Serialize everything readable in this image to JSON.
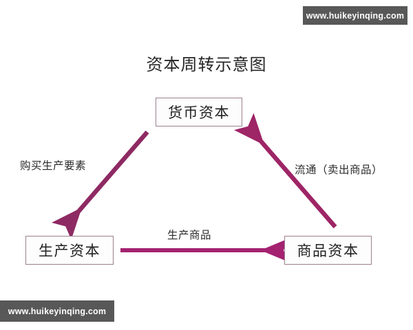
{
  "diagram": {
    "title": "资本周转示意图",
    "type": "cycle-diagram",
    "accent_color": "#8e2a63",
    "box_border_color": "#9b7f8e",
    "watermark_bg_color": "#585858",
    "nodes": [
      {
        "id": "money",
        "label": "货币资本"
      },
      {
        "id": "production",
        "label": "生产资本"
      },
      {
        "id": "commodity",
        "label": "商品资本"
      }
    ],
    "edges": [
      {
        "id": "buy",
        "label": "购买生产要素",
        "from": "money",
        "to": "production"
      },
      {
        "id": "produce",
        "label": "生产商品",
        "from": "production",
        "to": "commodity"
      },
      {
        "id": "circulate",
        "label": "流通（卖出商品）",
        "from": "commodity",
        "to": "money"
      }
    ]
  },
  "watermarks": {
    "top_right": "www.huikeyinqing.com",
    "bottom_left": "www.huikeyinqing.com"
  }
}
